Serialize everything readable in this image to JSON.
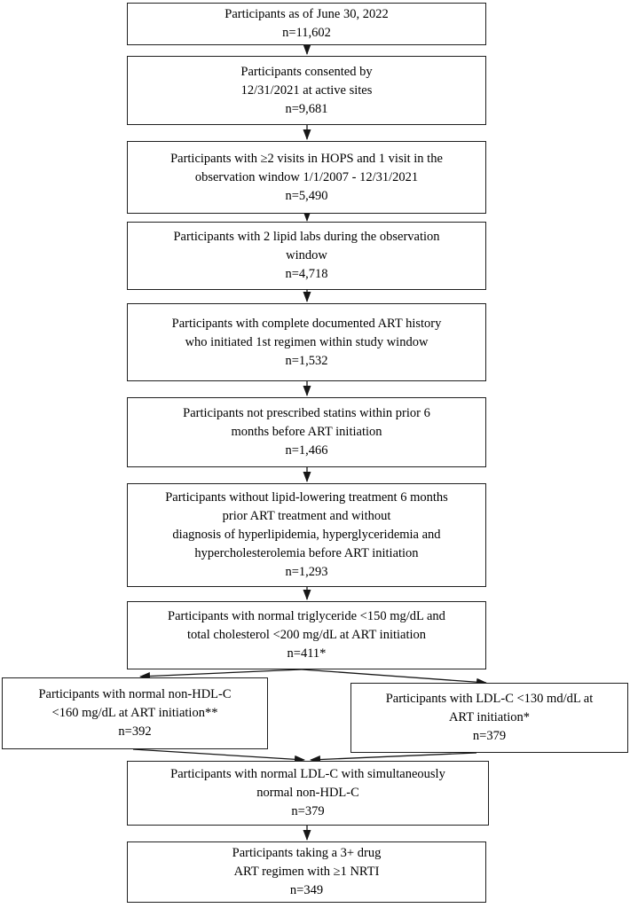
{
  "colors": {
    "background": "#ffffff",
    "box_border": "#1f1f1f",
    "text": "#000000",
    "arrow": "#161616"
  },
  "boxes": [
    {
      "name": "participants-total",
      "lines": [
        "Participants as of June 30, 2022",
        "n=11,602"
      ]
    },
    {
      "name": "consented-active-sites",
      "lines": [
        "Participants consented by",
        "12/31/2021 at active sites",
        "n=9,681"
      ]
    },
    {
      "name": "visits-in-hops",
      "lines": [
        "Participants with ≥2 visits in HOPS and 1 visit in the",
        "observation window 1/1/2007 - 12/31/2021",
        "n=5,490"
      ]
    },
    {
      "name": "two-lipid-labs",
      "lines": [
        "Participants with 2 lipid labs during the observation",
        "window",
        "n=4,718"
      ]
    },
    {
      "name": "complete-art-history",
      "lines": [
        "Participants with complete documented ART history",
        "who initiated 1st regimen within study window",
        "n=1,532"
      ]
    },
    {
      "name": "no-statins-prior",
      "lines": [
        "Participants not prescribed statins within prior 6",
        "months before ART initiation",
        "n=1,466"
      ]
    },
    {
      "name": "no-lipid-lowering-treatment",
      "lines": [
        "Participants without lipid-lowering treatment 6 months",
        "prior ART treatment and without",
        "diagnosis of hyperlipidemia, hyperglyceridemia and",
        "hypercholesterolemia before ART initiation",
        "n=1,293"
      ]
    },
    {
      "name": "normal-triglyceride-cholesterol",
      "lines": [
        "Participants with normal triglyceride <150 mg/dL and",
        "total cholesterol <200 mg/dL at ART initiation",
        "n=411*"
      ]
    },
    {
      "name": "normal-non-hdl-c",
      "lines": [
        "Participants with normal non-HDL-C",
        "<160 mg/dL at ART initiation**",
        "n=392"
      ]
    },
    {
      "name": "normal-ldl-c",
      "lines": [
        "Participants with LDL-C <130 md/dL at",
        "ART initiation*",
        "n=379"
      ]
    },
    {
      "name": "normal-ldl-and-non-hdl",
      "lines": [
        "Participants with normal LDL-C with simultaneously",
        "normal non-HDL-C",
        "n=379"
      ]
    },
    {
      "name": "final-art-regimen",
      "lines": [
        "Participants taking a 3+ drug",
        "ART regimen with ≥1 NRTI",
        "n=349"
      ]
    }
  ]
}
